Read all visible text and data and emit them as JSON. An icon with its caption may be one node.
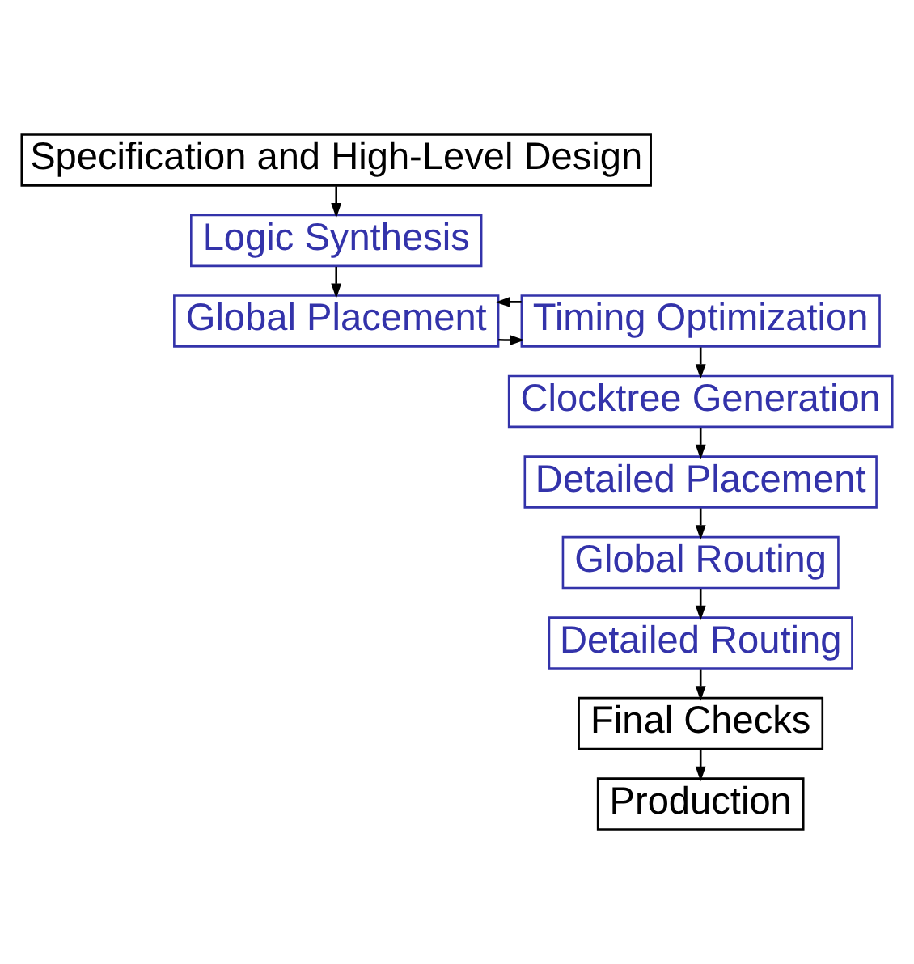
{
  "diagram": {
    "nodes": [
      {
        "text": [
          "Specification and High-Level Design"
        ]
      },
      {
        "text": [
          "Logic Synthesis"
        ]
      },
      {
        "text": [
          "Global Placement"
        ]
      },
      {
        "text": [
          "Timing Optimization"
        ]
      },
      {
        "text": [
          "Clocktree Generation"
        ]
      },
      {
        "text": [
          "Detailed Placement"
        ]
      },
      {
        "text": [
          "Global Routing"
        ]
      },
      {
        "text": [
          "Detailed Routing"
        ]
      },
      {
        "text": [
          "Final Checks"
        ]
      },
      {
        "text": [
          "Production"
        ]
      }
    ],
    "edges": [
      {
        "from": 0,
        "to": 1,
        "arrow": "to"
      },
      {
        "from": 1,
        "to": 2,
        "arrow": "to"
      },
      {
        "from": 2,
        "to": 3,
        "arrow": "to"
      },
      {
        "from": 3,
        "to": 2,
        "arrow": "to"
      },
      {
        "from": 3,
        "to": 4,
        "arrow": "to"
      },
      {
        "from": 4,
        "to": 5,
        "arrow": "to"
      },
      {
        "from": 5,
        "to": 6,
        "arrow": "to"
      },
      {
        "from": 6,
        "to": 7,
        "arrow": "to"
      },
      {
        "from": 7,
        "to": 8,
        "arrow": "to"
      },
      {
        "from": 8,
        "to": 9,
        "arrow": "to"
      }
    ]
  }
}
